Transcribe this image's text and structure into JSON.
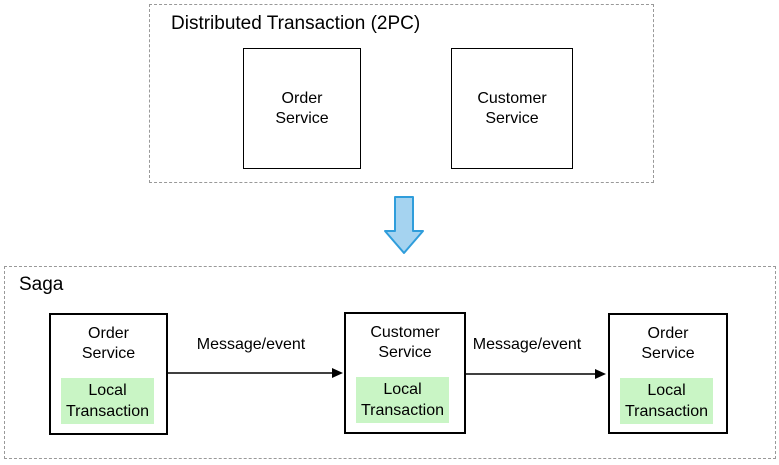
{
  "diagram": {
    "top_group": {
      "title": "Distributed Transaction (2PC)",
      "boxes": [
        {
          "lines": [
            "Order",
            "Service"
          ]
        },
        {
          "lines": [
            "Customer",
            "Service"
          ]
        }
      ]
    },
    "transform": {
      "icon": "down-arrow"
    },
    "saga_group": {
      "title": "Saga",
      "services": [
        {
          "lines": [
            "Order",
            "Service"
          ],
          "local_transaction": {
            "lines": [
              "Local",
              "Transaction"
            ]
          }
        },
        {
          "lines": [
            "Customer",
            "Service"
          ],
          "local_transaction": {
            "lines": [
              "Local",
              "Transaction"
            ]
          }
        },
        {
          "lines": [
            "Order",
            "Service"
          ],
          "local_transaction": {
            "lines": [
              "Local",
              "Transaction"
            ]
          }
        }
      ],
      "edges": [
        {
          "label": "Message/event"
        },
        {
          "label": "Message/event"
        }
      ]
    },
    "colors": {
      "dashed_border": "#999999",
      "solid_border": "#000000",
      "local_transaction_fill": "#c9f5c5",
      "transform_arrow_fill": "#a5d3f0",
      "transform_arrow_stroke": "#2f9ddb",
      "edge_arrow": "#000000",
      "background": "#ffffff",
      "text": "#000000"
    }
  }
}
